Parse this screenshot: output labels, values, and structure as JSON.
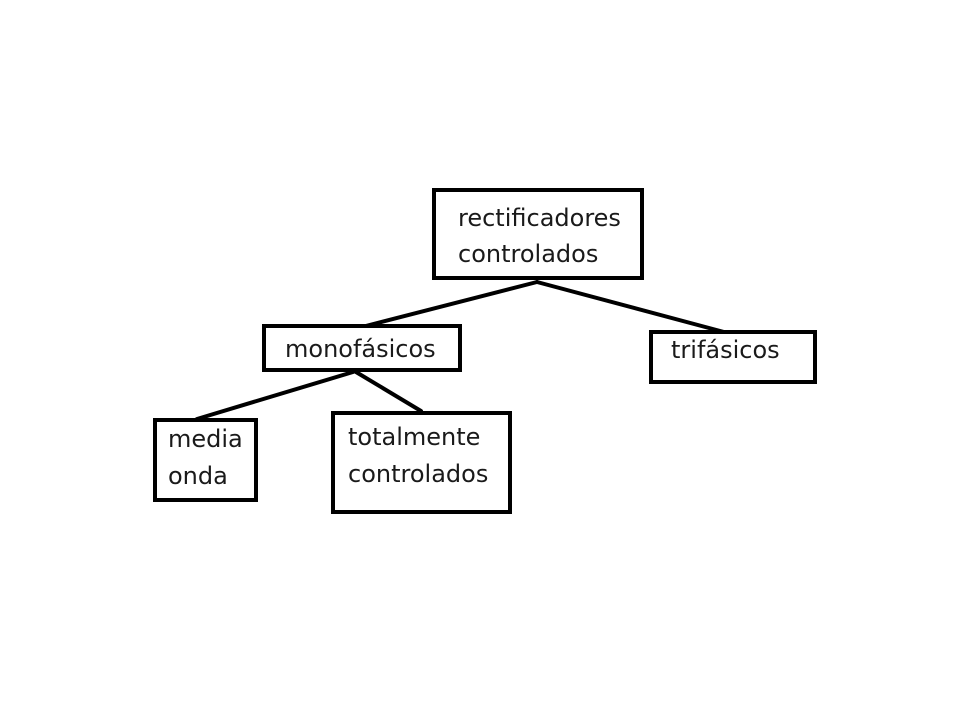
{
  "diagram": {
    "nodes": {
      "root": {
        "line1": "rectificadores",
        "line2": "controlados"
      },
      "mono": {
        "line1": "monofásicos"
      },
      "tri": {
        "line1": "trifásicos"
      },
      "media": {
        "line1": "media",
        "line2": "onda"
      },
      "totalmente": {
        "line1": "totalmente",
        "line2": "controlados"
      }
    },
    "edges": [
      {
        "from": "root",
        "to": "mono"
      },
      {
        "from": "root",
        "to": "tri"
      },
      {
        "from": "mono",
        "to": "media"
      },
      {
        "from": "mono",
        "to": "totalmente"
      }
    ],
    "colors": {
      "stroke": "#000000",
      "text": "#1a1a1a",
      "background": "#ffffff"
    }
  }
}
